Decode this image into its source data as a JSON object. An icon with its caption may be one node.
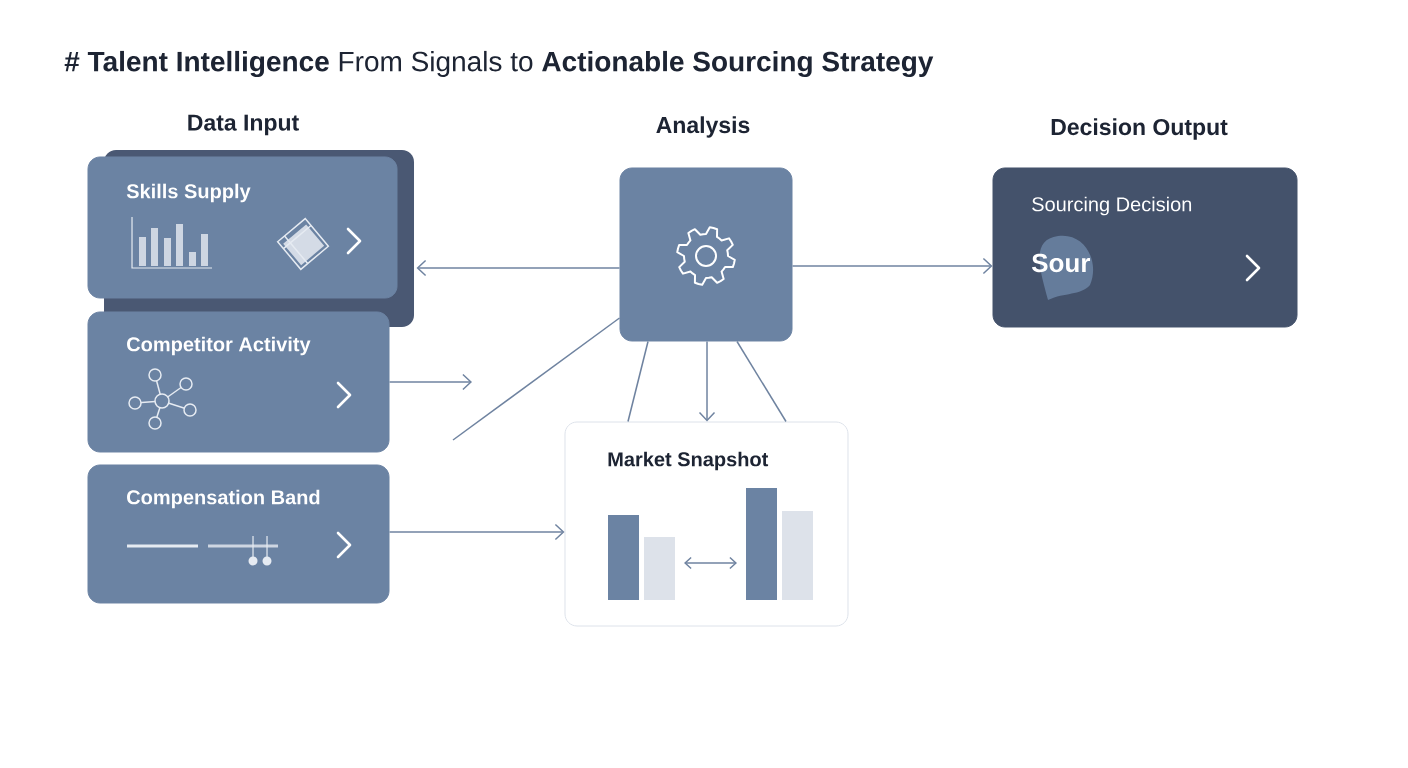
{
  "diagram": {
    "title": "**# Talent Intelligence** From Signals to **Actionable Sourcing Strategy**",
    "nodes": [
      {
        "text": [
          "Skills Supply"
        ]
      },
      {
        "text": [
          "Competitor Activity"
        ]
      },
      {
        "text": [
          "Compensation Band"
        ]
      },
      {
        "text": [],
        "shape": "box"
      },
      {
        "text": [
          "Sourcing Decision",
          "Sour"
        ]
      },
      {
        "text": [
          "Market Snapshot"
        ]
      }
    ],
    "edges": [
      {
        "from": 3,
        "to": 0,
        "arrow": "to"
      },
      {
        "from": 1,
        "to": null,
        "arrow": "to"
      },
      {
        "from": 3,
        "to": null,
        "arrow": "none"
      },
      {
        "from": 2,
        "to": 5,
        "arrow": "to"
      },
      {
        "from": 3,
        "to": 4,
        "arrow": "to"
      },
      {
        "from": 3,
        "to": 5,
        "arrow": "to"
      },
      {
        "from": 3,
        "to": 5,
        "arrow": "none"
      },
      {
        "from": 3,
        "to": 5,
        "arrow": "none"
      }
    ],
    "labels": [
      "Data Input",
      "Analysis",
      "Decision Output"
    ]
  }
}
